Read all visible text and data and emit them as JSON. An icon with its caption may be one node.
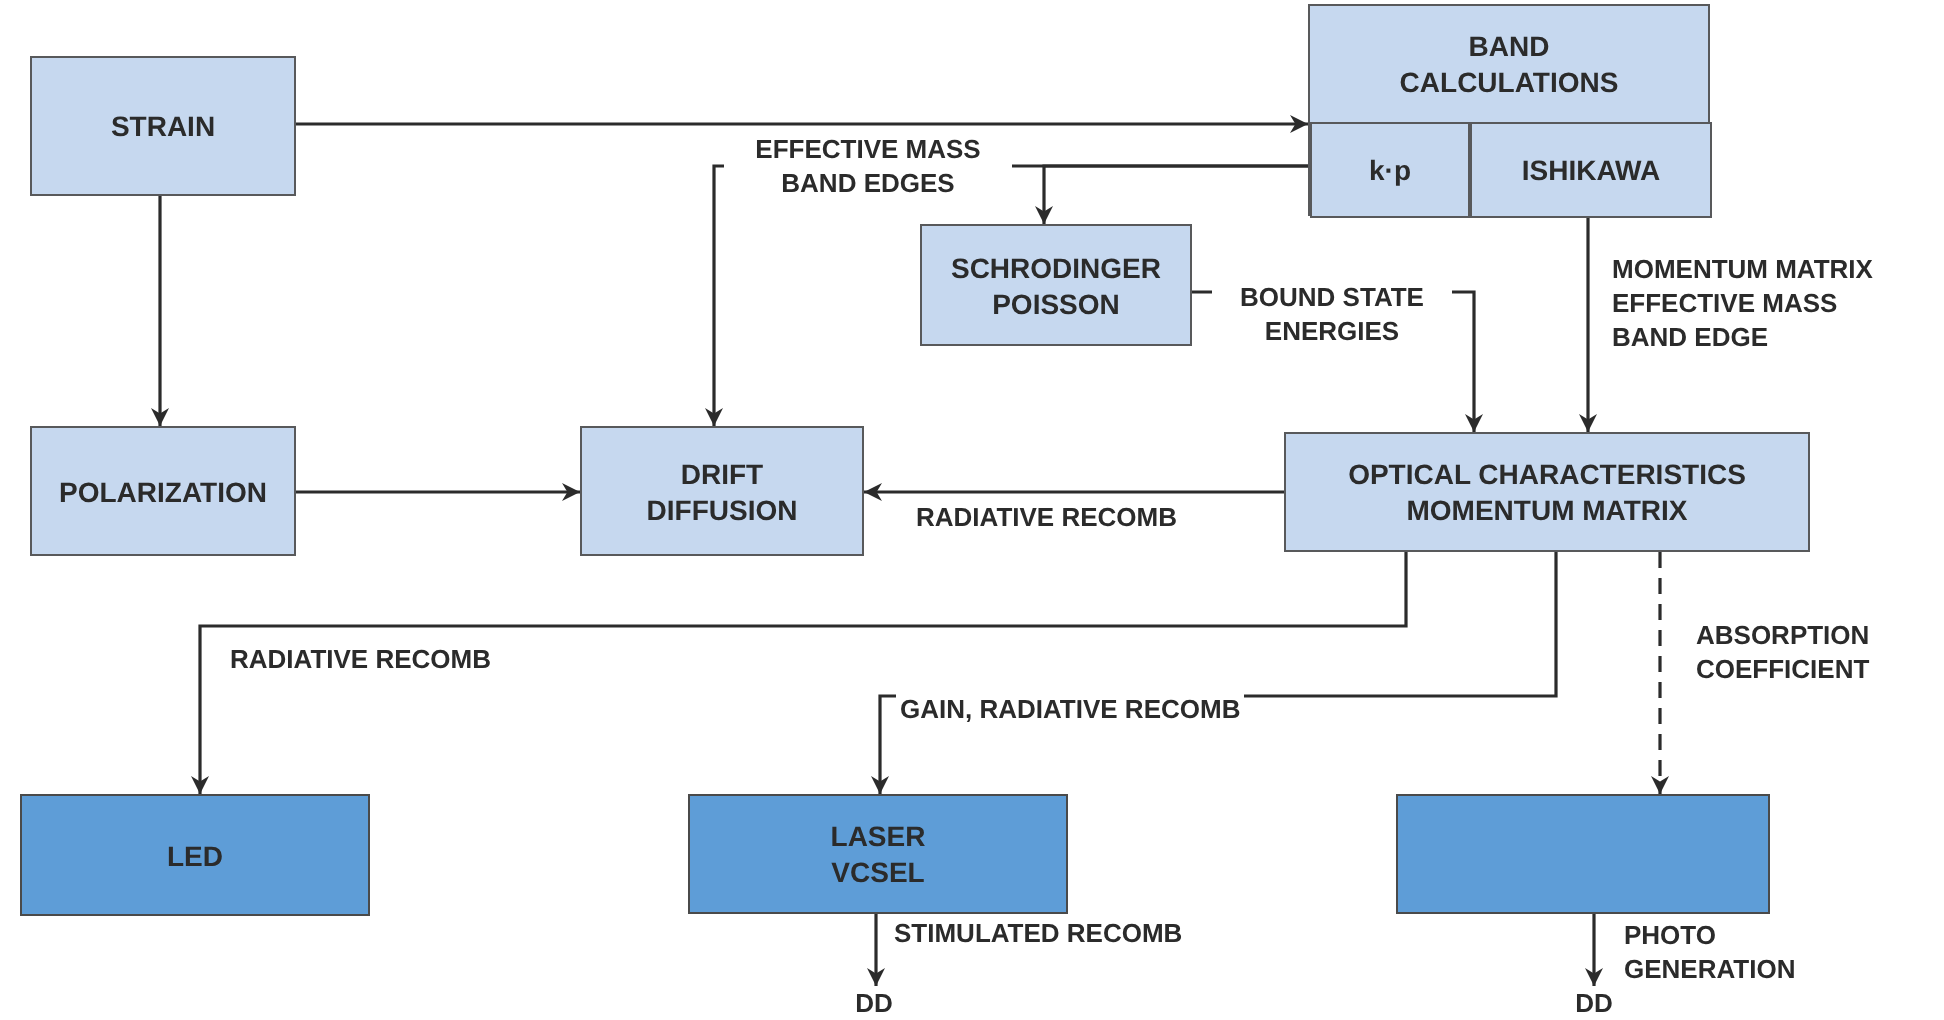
{
  "diagram": {
    "nodes": [
      {
        "text": [
          "STRAIN"
        ]
      },
      {
        "text": [
          "BAND CALCULATIONS"
        ]
      },
      {
        "text": [
          "k·p"
        ],
        "in": 1
      },
      {
        "text": [
          "ISHIKAWA"
        ],
        "in": 1
      },
      {
        "text": [
          "SCHRODINGER POISSON"
        ]
      },
      {
        "text": [
          "POLARIZATION"
        ]
      },
      {
        "text": [
          "DRIFT DIFFUSION"
        ]
      },
      {
        "text": [
          "OPTICAL CHARACTERISTICS MOMENTUM MATRIX"
        ]
      },
      {
        "text": [
          "LED"
        ]
      },
      {
        "text": [
          "LASER VCSEL"
        ]
      },
      {
        "text": [],
        "shape": "box"
      },
      {
        "text": [
          "DD"
        ]
      },
      {
        "text": [
          "DD"
        ]
      }
    ],
    "edges": [
      {
        "from": 0,
        "to": 1,
        "arrow": "to"
      },
      {
        "from": 2,
        "to": 4,
        "arrow": "to"
      },
      {
        "from": 2,
        "to": 6,
        "arrow": "to",
        "label": "EFFECTIVE MASS BAND EDGES"
      },
      {
        "from": 0,
        "to": 5,
        "arrow": "to"
      },
      {
        "from": 5,
        "to": 6,
        "arrow": "to"
      },
      {
        "from": 4,
        "to": 7,
        "arrow": "to",
        "label": "BOUND STATE ENERGIES"
      },
      {
        "from": 3,
        "to": 7,
        "arrow": "to",
        "label": "MOMENTUM MATRIX EFFECTIVE MASS BAND EDGE"
      },
      {
        "from": 7,
        "to": 6,
        "arrow": "to",
        "label": "RADIATIVE RECOMB"
      },
      {
        "from": 7,
        "to": 8,
        "arrow": "to",
        "label": "RADIATIVE RECOMB"
      },
      {
        "from": 7,
        "to": 9,
        "arrow": "to",
        "label": "GAIN, RADIATIVE RECOMB"
      },
      {
        "from": 7,
        "to": 10,
        "arrow": "to",
        "label": "ABSORPTION COEFFICIENT",
        "style": "dashed"
      },
      {
        "from": 9,
        "to": 11,
        "arrow": "to",
        "label": "STIMULATED RECOMB"
      },
      {
        "from": 10,
        "to": 12,
        "arrow": "to",
        "label": "PHOTO GENERATION"
      }
    ]
  }
}
